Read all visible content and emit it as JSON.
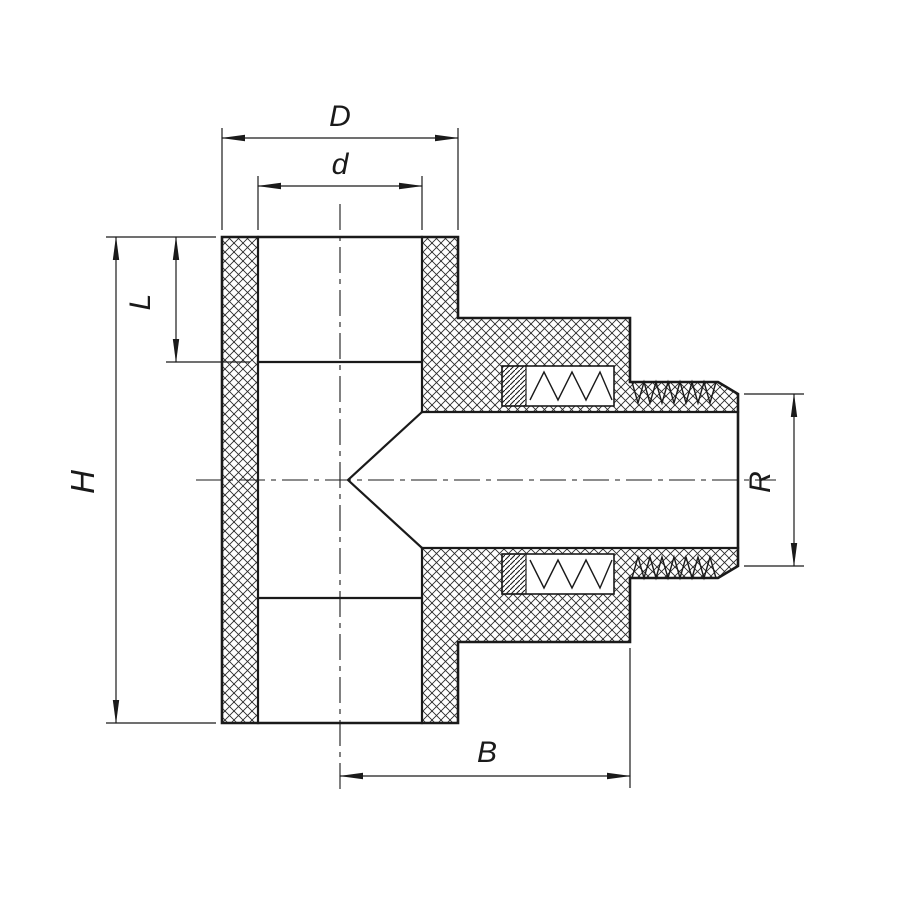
{
  "drawing": {
    "kind": "pipe-fitting-cross-section",
    "dimensions": {
      "D": "D",
      "d": "d",
      "L": "L",
      "H": "H",
      "R": "R",
      "B": "B"
    }
  },
  "colors": {
    "line": "#1a1a1a",
    "background": "#ffffff"
  }
}
